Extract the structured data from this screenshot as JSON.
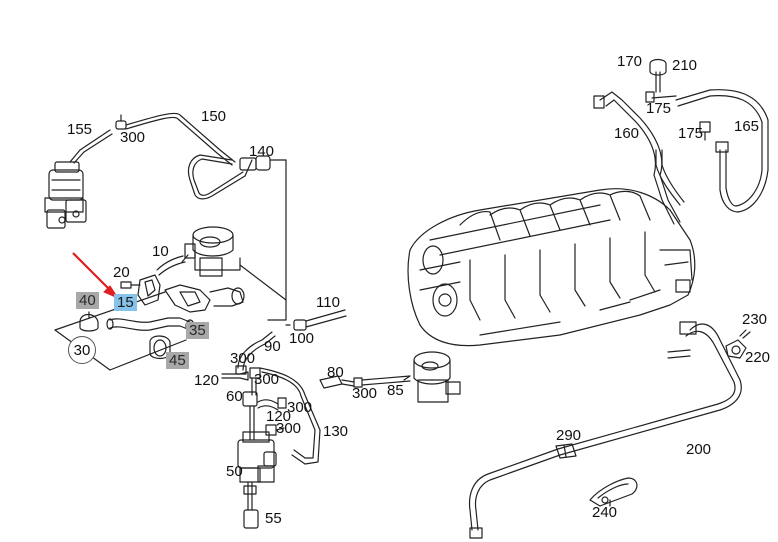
{
  "labels": {
    "p10": "10",
    "p15": "15",
    "p20": "20",
    "p30": "30",
    "p35": "35",
    "p40": "40",
    "p45": "45",
    "p50": "50",
    "p55": "55",
    "p60": "60",
    "p80": "80",
    "p85": "85",
    "p90": "90",
    "p100": "100",
    "p110": "110",
    "p120a": "120",
    "p120b": "120",
    "p130": "130",
    "p140": "140",
    "p150": "150",
    "p155": "155",
    "p160": "160",
    "p165": "165",
    "p170": "170",
    "p175a": "175",
    "p175b": "175",
    "p200": "200",
    "p210": "210",
    "p220": "220",
    "p230": "230",
    "p240": "240",
    "p290": "290",
    "p300a": "300",
    "p300b": "300",
    "p300c": "300",
    "p300d": "300",
    "p300e": "300",
    "p300f": "300"
  },
  "highlight_color": "#86c2ea",
  "tag_color": "#a8a8a8",
  "arrow_color": "#e02020",
  "highlighted_part": "15"
}
